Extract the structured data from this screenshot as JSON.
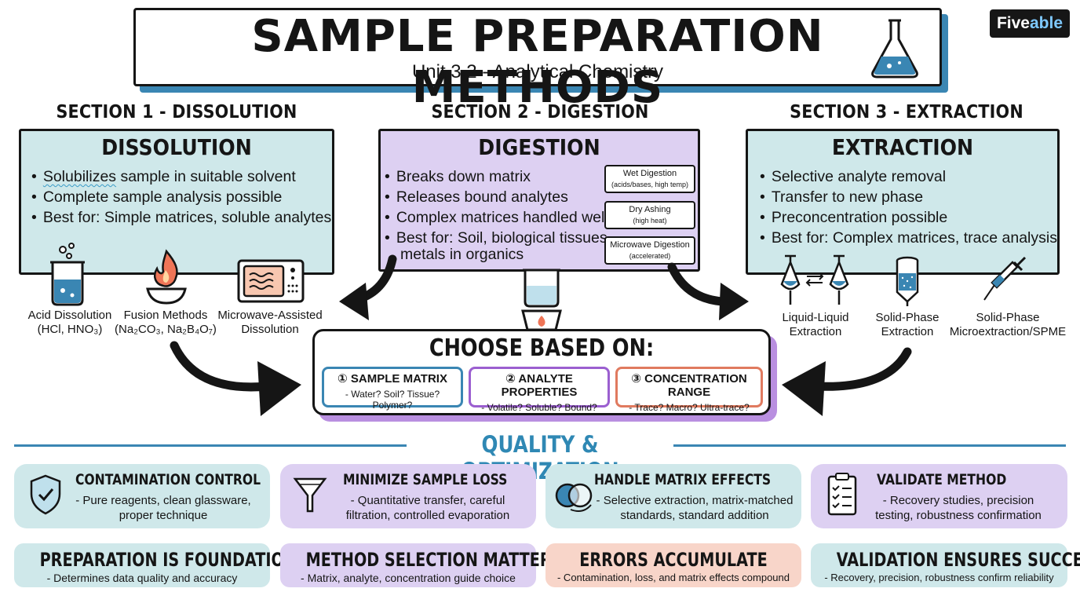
{
  "header": {
    "title": "SAMPLE PREPARATION METHODS",
    "subtitle": "Unit 3.2 - Analytical Chemistry",
    "logo_a": "Five",
    "logo_b": "able"
  },
  "sections": [
    {
      "heading": "SECTION 1 - DISSOLUTION",
      "title": "DISSOLUTION",
      "bullets": [
        "Solubilizes sample in suitable solvent",
        "Complete sample analysis possible",
        "Best for: Simple matrices, soluble analytes"
      ],
      "underlined": "Solubilizes",
      "icons": [
        {
          "icon": "beaker-icon",
          "label_1": "Acid Dissolution",
          "label_2": "(HCl, HNO₃)"
        },
        {
          "icon": "flame-crucible-icon",
          "label_1": "Fusion Methods",
          "label_2": "(Na₂CO₃, Na₂B₄O₇)"
        },
        {
          "icon": "microwave-icon",
          "label_1": "Microwave-Assisted",
          "label_2": "Dissolution"
        }
      ]
    },
    {
      "heading": "SECTION 2 - DIGESTION",
      "title": "DIGESTION",
      "bullets": [
        "Breaks down matrix",
        "Releases bound analytes",
        "Complex matrices handled well",
        "Best for: Soil, biological tissues,"
      ],
      "bullet_continuation": "metals in organics",
      "methods": [
        {
          "name": "Wet Digestion",
          "note": "(acids/bases, high temp)"
        },
        {
          "name": "Dry Ashing",
          "note": "(high heat)"
        },
        {
          "name": "Microwave Digestion",
          "note": "(accelerated)"
        }
      ]
    },
    {
      "heading": "SECTION 3 - EXTRACTION",
      "title": "EXTRACTION",
      "bullets": [
        "Selective analyte removal",
        "Transfer to new phase",
        "Preconcentration possible",
        "Best for: Complex matrices, trace analysis"
      ],
      "icons": [
        {
          "icon": "separatory-funnel-icon",
          "label_1": "Liquid-Liquid",
          "label_2": "Extraction"
        },
        {
          "icon": "spe-cartridge-icon",
          "label_1": "Solid-Phase",
          "label_2": "Extraction"
        },
        {
          "icon": "syringe-icon",
          "label_1": "Solid-Phase",
          "label_2": "Microextraction/SPME"
        }
      ]
    }
  ],
  "choose": {
    "title": "CHOOSE BASED ON:",
    "criteria": [
      {
        "title": "① SAMPLE MATRIX",
        "sub": "- Water? Soil? Tissue? Polymer?",
        "color": "#3a86b3"
      },
      {
        "title": "② ANALYTE PROPERTIES",
        "sub": "- Volatile? Soluble? Bound?",
        "color": "#9b5fd0"
      },
      {
        "title": "③ CONCENTRATION RANGE",
        "sub": "- Trace? Macro? Ultra-trace?",
        "color": "#e07a5f"
      }
    ]
  },
  "quality": {
    "title": "QUALITY & OPTIMIZATION",
    "cards": [
      {
        "icon": "shield-check-icon",
        "title": "CONTAMINATION CONTROL",
        "line_1": "- Pure reagents, clean glassware,",
        "line_2": "proper technique"
      },
      {
        "icon": "funnel-icon",
        "title": "MINIMIZE SAMPLE LOSS",
        "line_1": "- Quantitative transfer, careful",
        "line_2": "filtration, controlled evaporation"
      },
      {
        "icon": "venn-icon",
        "title": "HANDLE MATRIX EFFECTS",
        "line_1": "- Selective extraction, matrix-matched",
        "line_2": "standards, standard addition"
      },
      {
        "icon": "clipboard-checklist-icon",
        "title": "VALIDATE METHOD",
        "line_1": "- Recovery studies, precision",
        "line_2": "testing, robustness confirmation"
      }
    ]
  },
  "takeaways": [
    {
      "title": "PREPARATION IS FOUNDATION",
      "desc": "- Determines data quality and accuracy"
    },
    {
      "title": "METHOD SELECTION MATTERS",
      "desc": "- Matrix, analyte, concentration guide choice"
    },
    {
      "title": "ERRORS ACCUMULATE",
      "desc": "- Contamination, loss, and matrix effects compound"
    },
    {
      "title": "VALIDATION ENSURES SUCCESS",
      "desc": "- Recovery, precision, robustness confirm reliability"
    }
  ],
  "colors": {
    "accent_blue": "#3a86b3",
    "panel_blue": "#cfe8ea",
    "panel_purple": "#ddd0f2",
    "panel_peach": "#f8d5c9"
  }
}
